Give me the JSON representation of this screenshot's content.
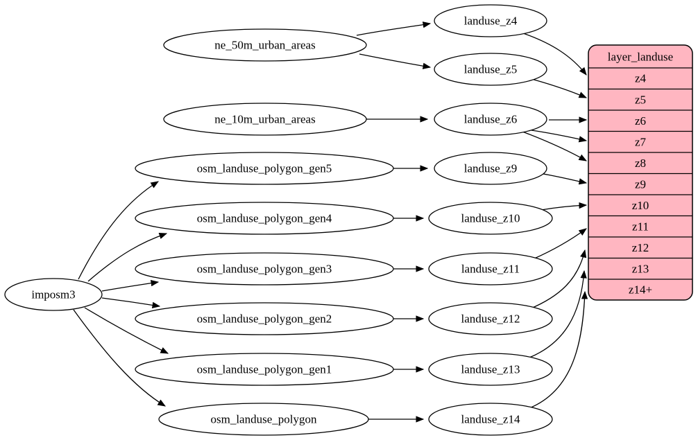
{
  "diagram": {
    "type": "graphviz-dependency-graph",
    "background_color": "#ffffff",
    "edge_color": "#000000",
    "nodes": {
      "imposm3": "imposm3",
      "ne_50m_urban_areas": "ne_50m_urban_areas",
      "ne_10m_urban_areas": "ne_10m_urban_areas",
      "osm_landuse_polygon_gen5": "osm_landuse_polygon_gen5",
      "osm_landuse_polygon_gen4": "osm_landuse_polygon_gen4",
      "osm_landuse_polygon_gen3": "osm_landuse_polygon_gen3",
      "osm_landuse_polygon_gen2": "osm_landuse_polygon_gen2",
      "osm_landuse_polygon_gen1": "osm_landuse_polygon_gen1",
      "osm_landuse_polygon": "osm_landuse_polygon",
      "landuse_z4": "landuse_z4",
      "landuse_z5": "landuse_z5",
      "landuse_z6": "landuse_z6",
      "landuse_z9": "landuse_z9",
      "landuse_z10": "landuse_z10",
      "landuse_z11": "landuse_z11",
      "landuse_z12": "landuse_z12",
      "landuse_z13": "landuse_z13",
      "landuse_z14": "landuse_z14"
    },
    "table": {
      "title": "layer_landuse",
      "rows": [
        "z4",
        "z5",
        "z6",
        "z7",
        "z8",
        "z9",
        "z10",
        "z11",
        "z12",
        "z13",
        "z14+"
      ],
      "fill_color": "#ffb6c1",
      "stroke_color": "#000000"
    },
    "edges": [
      {
        "from": "imposm3",
        "to": "osm_landuse_polygon_gen5"
      },
      {
        "from": "imposm3",
        "to": "osm_landuse_polygon_gen4"
      },
      {
        "from": "imposm3",
        "to": "osm_landuse_polygon_gen3"
      },
      {
        "from": "imposm3",
        "to": "osm_landuse_polygon_gen2"
      },
      {
        "from": "imposm3",
        "to": "osm_landuse_polygon_gen1"
      },
      {
        "from": "imposm3",
        "to": "osm_landuse_polygon"
      },
      {
        "from": "ne_50m_urban_areas",
        "to": "landuse_z4"
      },
      {
        "from": "ne_50m_urban_areas",
        "to": "landuse_z5"
      },
      {
        "from": "ne_10m_urban_areas",
        "to": "landuse_z6"
      },
      {
        "from": "osm_landuse_polygon_gen5",
        "to": "landuse_z9"
      },
      {
        "from": "osm_landuse_polygon_gen4",
        "to": "landuse_z10"
      },
      {
        "from": "osm_landuse_polygon_gen3",
        "to": "landuse_z11"
      },
      {
        "from": "osm_landuse_polygon_gen2",
        "to": "landuse_z12"
      },
      {
        "from": "osm_landuse_polygon_gen1",
        "to": "landuse_z13"
      },
      {
        "from": "osm_landuse_polygon",
        "to": "landuse_z14"
      },
      {
        "from": "landuse_z4",
        "to": "layer_landuse.z4"
      },
      {
        "from": "landuse_z5",
        "to": "layer_landuse.z5"
      },
      {
        "from": "landuse_z6",
        "to": "layer_landuse.z6"
      },
      {
        "from": "landuse_z6",
        "to": "layer_landuse.z7"
      },
      {
        "from": "landuse_z6",
        "to": "layer_landuse.z8"
      },
      {
        "from": "landuse_z9",
        "to": "layer_landuse.z9"
      },
      {
        "from": "landuse_z10",
        "to": "layer_landuse.z10"
      },
      {
        "from": "landuse_z11",
        "to": "layer_landuse.z11"
      },
      {
        "from": "landuse_z12",
        "to": "layer_landuse.z12"
      },
      {
        "from": "landuse_z13",
        "to": "layer_landuse.z13"
      },
      {
        "from": "landuse_z14",
        "to": "layer_landuse.z14+"
      }
    ]
  }
}
